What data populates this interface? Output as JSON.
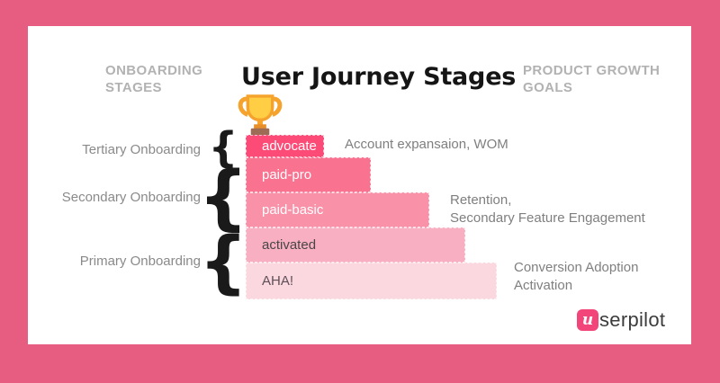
{
  "headers": {
    "left_line1": "ONBOARDING",
    "left_line2": "STAGES",
    "title": "User Journey Stages",
    "right_line1": "PRODUCT GROWTH",
    "right_line2": "GOALS"
  },
  "stages": [
    {
      "label": "advocate",
      "color": "#FB4B76",
      "text_color": "#FFFFFF"
    },
    {
      "label": "paid-pro",
      "color": "#F97390",
      "text_color": "#FFFFFF"
    },
    {
      "label": "paid-basic",
      "color": "#F992A9",
      "text_color": "#FFFFFF"
    },
    {
      "label": "activated",
      "color": "#F9AFC2",
      "text_color": "#474747"
    },
    {
      "label": "AHA!",
      "color": "#FBD7E0",
      "text_color": "#5E5056"
    }
  ],
  "onboarding_labels": [
    "Tertiary Onboarding",
    "Secondary Onboarding",
    "Primary Onboarding"
  ],
  "goals": [
    [
      "Account expansaion, WOM"
    ],
    [
      "Retention,",
      "Secondary Feature Engagement"
    ],
    [
      "Conversion Adoption",
      "Activation"
    ]
  ],
  "logo": {
    "badge": "u",
    "text": "serpilot"
  },
  "icons": {
    "trophy": "trophy-icon"
  },
  "colors": {
    "frame": "#E75D82",
    "card": "#FFFFFF",
    "title": "#151515",
    "muted_header": "#B2B2B2",
    "muted_label": "#8A8A8A",
    "muted_goal": "#7F7F7F",
    "brace": "#1A1A1A",
    "logo_badge": "#F2457A"
  }
}
